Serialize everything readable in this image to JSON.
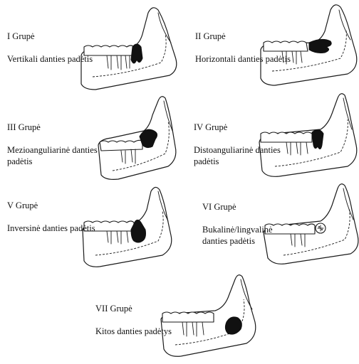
{
  "figure": {
    "groups": [
      {
        "id": "I",
        "heading": "I Grupė",
        "description": "Vertikali danties padėtis"
      },
      {
        "id": "II",
        "heading": "II Grupė",
        "description": "Horizontali danties padėtis"
      },
      {
        "id": "III",
        "heading": "III Grupė",
        "description": "Mezioanguliarinė danties\npadėtis"
      },
      {
        "id": "IV",
        "heading": "IV Grupė",
        "description": "Distoanguliarinė danties\npadėtis"
      },
      {
        "id": "V",
        "heading": "V Grupė",
        "description": "Inversinė danties padėtis"
      },
      {
        "id": "VI",
        "heading": "VI Grupė",
        "description": "Bukalinė/lingvalinė\ndanties padėtis"
      },
      {
        "id": "VII",
        "heading": "VII  Grupė",
        "description": "Kitos danties padėtys"
      }
    ]
  },
  "colors": {
    "ink": "#111111",
    "background": "#ffffff"
  }
}
